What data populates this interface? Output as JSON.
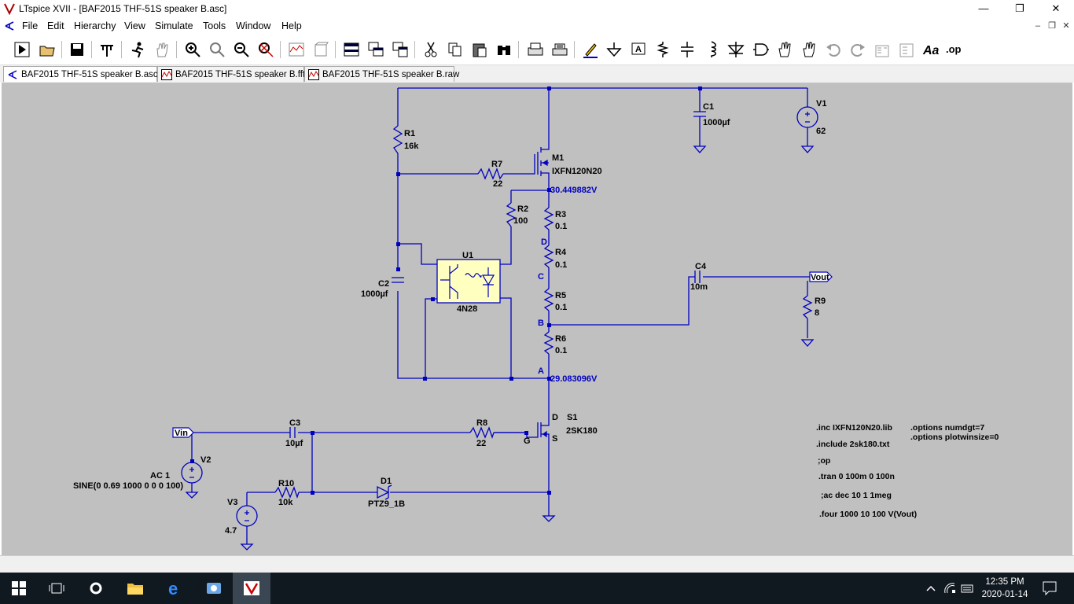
{
  "window": {
    "title": "LTspice XVII - [BAF2015 THF-51S speaker B.asc]",
    "minimize": "—",
    "maximize": "❐",
    "close": "✕"
  },
  "menu": [
    "File",
    "Edit",
    "Hierarchy",
    "View",
    "Simulate",
    "Tools",
    "Window",
    "Help"
  ],
  "mdi_controls": [
    "–",
    "❐",
    "✕"
  ],
  "tabs": [
    {
      "label": "BAF2015 THF-51S speaker B.asc",
      "icon": "schematic-icon",
      "active": true
    },
    {
      "label": "BAF2015 THF-51S speaker B.fft",
      "icon": "waveform-icon",
      "active": false
    },
    {
      "label": "BAF2015 THF-51S speaker B.raw",
      "icon": "waveform-icon",
      "active": false
    }
  ],
  "schematic": {
    "components": {
      "R1": {
        "name": "R1",
        "value": "16k"
      },
      "R2": {
        "name": "R2",
        "value": "100"
      },
      "R3": {
        "name": "R3",
        "value": "0.1"
      },
      "R4": {
        "name": "R4",
        "value": "0.1"
      },
      "R5": {
        "name": "R5",
        "value": "0.1"
      },
      "R6": {
        "name": "R6",
        "value": "0.1"
      },
      "R7": {
        "name": "R7",
        "value": "22"
      },
      "R8": {
        "name": "R8",
        "value": "22"
      },
      "R9": {
        "name": "R9",
        "value": "8"
      },
      "R10": {
        "name": "R10",
        "value": "10k"
      },
      "C1": {
        "name": "C1",
        "value": "1000µf"
      },
      "C2": {
        "name": "C2",
        "value": "1000µf"
      },
      "C3": {
        "name": "C3",
        "value": "10µf"
      },
      "C4": {
        "name": "C4",
        "value": "10m"
      },
      "V1": {
        "name": "V1",
        "value": "62"
      },
      "V2": {
        "name": "V2",
        "value1": "AC 1",
        "value2": "SINE(0 0.69 1000 0 0 0 100)"
      },
      "V3": {
        "name": "V3",
        "value": "4.7"
      },
      "M1": {
        "name": "M1",
        "value": "IXFN120N20"
      },
      "S1": {
        "name": "S1",
        "value": "2SK180"
      },
      "U1": {
        "name": "U1",
        "value": "4N28"
      },
      "D1": {
        "name": "D1",
        "value": "PTZ9_1B"
      }
    },
    "node_voltages": {
      "top": "30.449882V",
      "bottom": "29.083096V"
    },
    "node_labels": {
      "D": "D",
      "C": "C",
      "B": "B",
      "A": "A",
      "S1_D": "D",
      "S1_G": "G",
      "S1_S": "S"
    },
    "ports": {
      "vin": "Vin",
      "vout": "Vout"
    },
    "directives": [
      ".inc IXFN120N20.lib",
      ".include 2sk180.txt",
      ";op",
      ".tran 0 100m 0 100n",
      ";ac dec 10 1 1meg",
      ".four 1000 10 100 V(Vout)"
    ],
    "options": [
      ".options numdgt=7",
      ".options plotwinsize=0"
    ]
  },
  "taskbar": {
    "time": "12:35 PM",
    "date": "2020-01-14"
  },
  "colors": {
    "wire": "#0000c0",
    "canvas": "#c0c0c0",
    "u1_fill": "#ffffc0",
    "text": "#000000"
  }
}
